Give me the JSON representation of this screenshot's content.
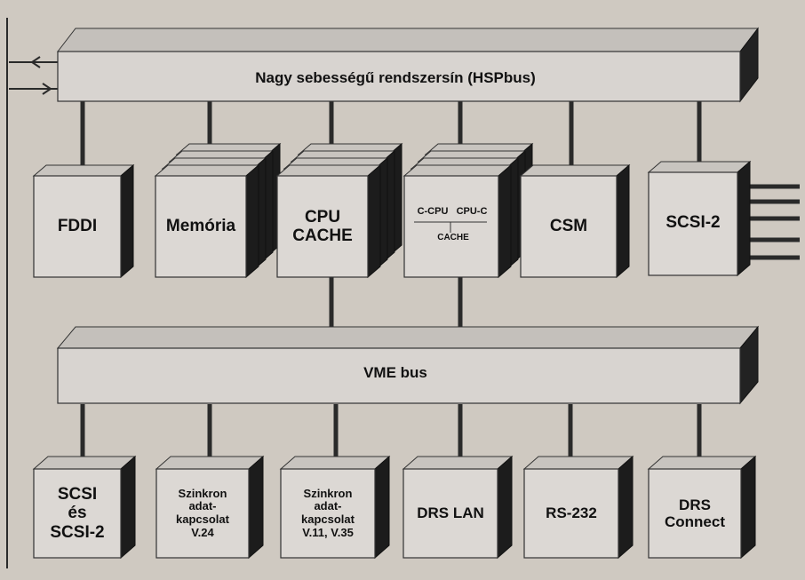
{
  "colors": {
    "background": "#cfc9c1",
    "box_face": "#dcd8d4",
    "box_top": "#c8c4bf",
    "box_side": "#1c1c1c",
    "bus_face": "#d8d4d0",
    "bus_top": "#c4c0bb",
    "bus_side": "#222222",
    "line": "#2a2a2a",
    "text": "#111111"
  },
  "hsp_bus": {
    "label": "Nagy sebességű rendszersín (HSPbus)"
  },
  "vme_bus": {
    "label": "VME bus"
  },
  "top_row": {
    "fddi": {
      "label": "FDDI"
    },
    "memoria": {
      "label": "Memória"
    },
    "cpu_cache": {
      "label": "CPU\nCACHE"
    },
    "ccpu": {
      "label_left": "C-CPU",
      "label_right": "CPU-C",
      "label_bottom": "CACHE"
    },
    "csm": {
      "label": "CSM"
    },
    "scsi2": {
      "label": "SCSI-2"
    }
  },
  "bottom_row": {
    "scsi": {
      "label": "SCSI\nés\nSCSI-2"
    },
    "sync1": {
      "label": "Szinkron\nadat-\nkapcsolat\nV.24"
    },
    "sync2": {
      "label": "Szinkron\nadat-\nkapcsolat\nV.11, V.35"
    },
    "drs_lan": {
      "label": "DRS LAN"
    },
    "rs232": {
      "label": "RS-232"
    },
    "drs_connect": {
      "label": "DRS\nConnect"
    }
  }
}
